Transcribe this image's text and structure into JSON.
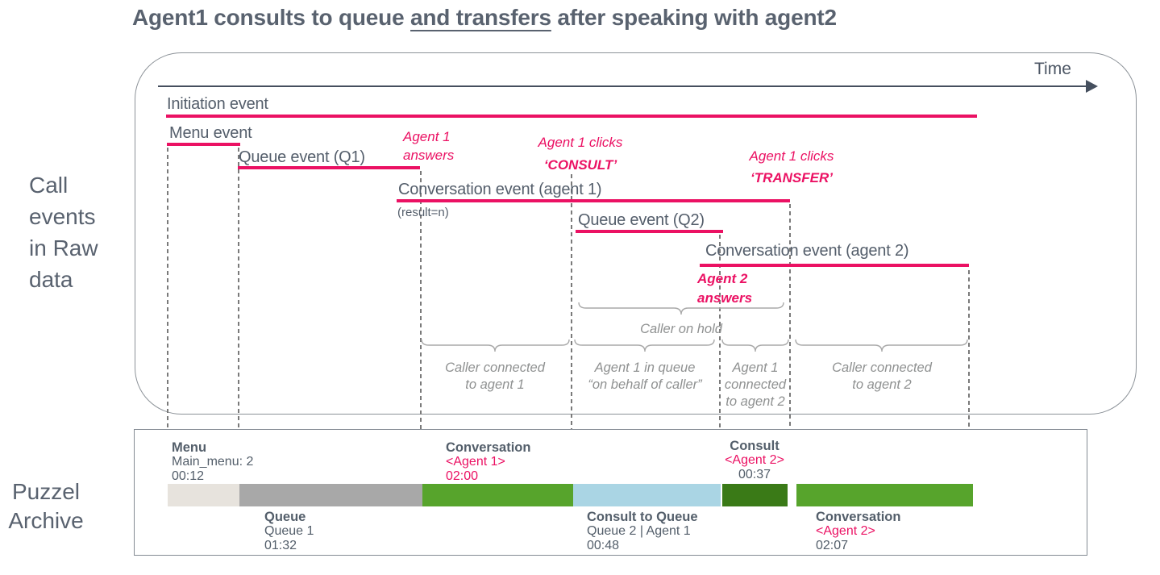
{
  "title": {
    "pre": "Agent1 consults to queue ",
    "underlined": "and transfers",
    "post": " after speaking with agent2"
  },
  "time_axis_label": "Time",
  "raw_data_label": {
    "lines": [
      "Call",
      "events",
      "in Raw",
      "data"
    ]
  },
  "archive_section_label": {
    "lines": [
      "Puzzel",
      "Archive"
    ]
  },
  "events": [
    {
      "label": "Initiation event"
    },
    {
      "label": "Menu event"
    },
    {
      "label": "Queue event (Q1)"
    },
    {
      "label": "Conversation event (agent 1)",
      "sublabel": "(result=n)"
    },
    {
      "label": "Queue event (Q2)"
    },
    {
      "label": "Conversation event (agent 2)"
    }
  ],
  "annotations": [
    {
      "line1": "Agent 1",
      "line2": "answers"
    },
    {
      "line1": "Agent 1 clicks",
      "line2": "‘CONSULT’"
    },
    {
      "line1": "Agent 1 clicks",
      "line2": "‘TRANSFER’"
    },
    {
      "line1": "Agent 2",
      "line2": "answers"
    }
  ],
  "hold_caption": "Caller on hold",
  "interval_captions": [
    {
      "lines": [
        "Caller connected",
        "to agent 1"
      ]
    },
    {
      "lines": [
        "Agent 1 in queue",
        "“on behalf of caller”"
      ]
    },
    {
      "lines": [
        "Agent 1",
        "connected",
        "to agent 2"
      ]
    },
    {
      "lines": [
        "Caller connected",
        "to agent 2"
      ]
    }
  ],
  "archive": {
    "segments": [
      {
        "name": "Menu",
        "detail": "Main_menu: 2",
        "duration": "00:12"
      },
      {
        "name": "Queue",
        "detail": "Queue 1",
        "duration": "01:32"
      },
      {
        "name": "Conversation",
        "detail": "<Agent 1>",
        "duration": "02:00"
      },
      {
        "name": "Consult to Queue",
        "detail": "Queue 2 | Agent 1",
        "duration": "00:48"
      },
      {
        "name": "Consult",
        "detail": "<Agent 2>",
        "duration": "00:37"
      },
      {
        "name": "Conversation",
        "detail": "<Agent 2>",
        "duration": "02:07"
      }
    ]
  },
  "colors": {
    "accent_pink": "#EB1163",
    "menu_segment": "#E7E3DD",
    "queue_segment": "#A8A8A8",
    "conversation_segment": "#57A42C",
    "consult_to_queue_segment": "#AAD5E4",
    "consult_segment": "#3A7A17",
    "text_dark": "#535E6A",
    "caption_gray": "#8F9191"
  }
}
